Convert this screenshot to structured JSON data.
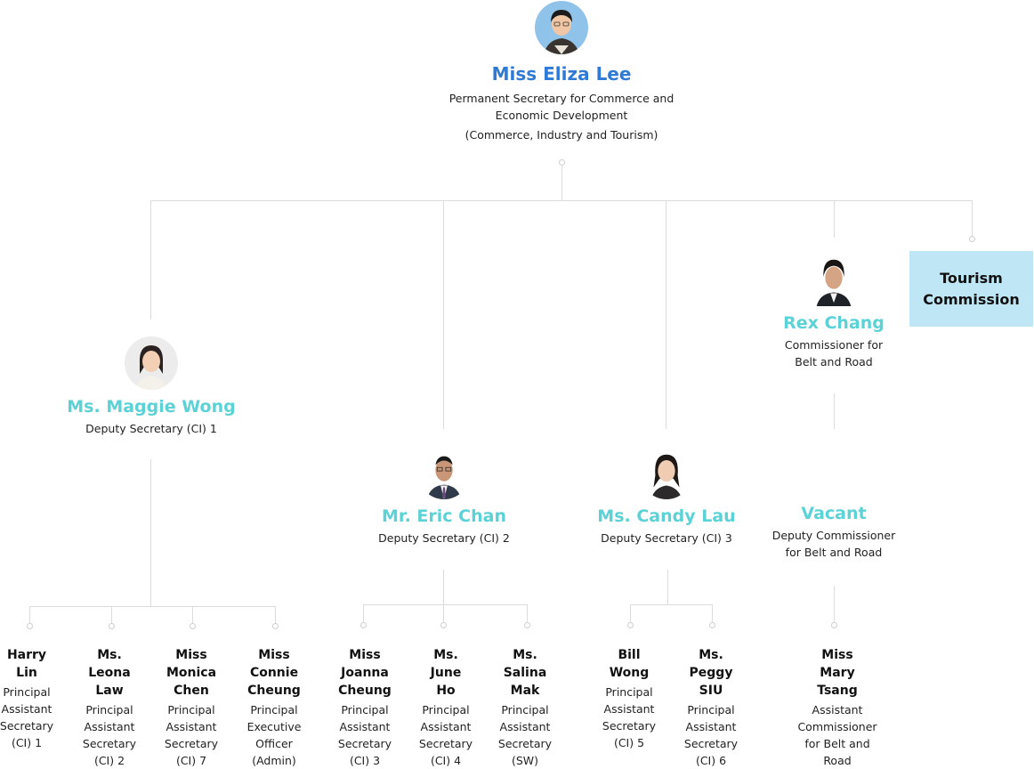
{
  "top": {
    "name": "Miss Eliza Lee",
    "title_line1": "Permanent Secretary for Commerce and",
    "title_line2": "Economic Development",
    "title_line3": "(Commerce, Industry and Tourism)"
  },
  "deputies": [
    {
      "name": "Ms. Maggie Wong",
      "title": "Deputy Secretary (CI) 1"
    },
    {
      "name": "Mr. Eric Chan",
      "title": "Deputy Secretary (CI) 2"
    },
    {
      "name": "Ms. Candy Lau",
      "title": "Deputy Secretary (CI) 3"
    }
  ],
  "commissioner": {
    "name": "Rex Chang",
    "title_line1": "Commissioner for",
    "title_line2": "Belt and Road"
  },
  "deputy_commissioner": {
    "name": "Vacant",
    "title_line1": "Deputy Commissioner",
    "title_line2": "for Belt and Road"
  },
  "tourism": {
    "line1": "Tourism",
    "line2": "Commission"
  },
  "subordinates": [
    {
      "name": [
        "Harry",
        "Lin"
      ],
      "title": [
        "Principal",
        "Assistant",
        "Secretary",
        "(CI) 1"
      ]
    },
    {
      "name": [
        "Ms.",
        "Leona",
        "Law"
      ],
      "title": [
        "Principal",
        "Assistant",
        "Secretary",
        "(CI) 2"
      ]
    },
    {
      "name": [
        "Miss",
        "Monica",
        "Chen"
      ],
      "title": [
        "Principal",
        "Assistant",
        "Secretary",
        "(CI) 7"
      ]
    },
    {
      "name": [
        "Miss",
        "Connie",
        "Cheung"
      ],
      "title": [
        "Principal",
        "Executive",
        "Officer",
        "(Admin)"
      ]
    },
    {
      "name": [
        "Miss",
        "Joanna",
        "Cheung"
      ],
      "title": [
        "Principal",
        "Assistant",
        "Secretary",
        "(CI) 3"
      ]
    },
    {
      "name": [
        "Ms.",
        "June",
        "Ho"
      ],
      "title": [
        "Principal",
        "Assistant",
        "Secretary",
        "(CI) 4"
      ]
    },
    {
      "name": [
        "Ms.",
        "Salina",
        "Mak"
      ],
      "title": [
        "Principal",
        "Assistant",
        "Secretary",
        "(SW)"
      ]
    },
    {
      "name": [
        "Bill",
        "Wong"
      ],
      "title": [
        "Principal",
        "Assistant",
        "Secretary",
        "(CI) 5"
      ]
    },
    {
      "name": [
        "Ms.",
        "Peggy",
        "SIU"
      ],
      "title": [
        "Principal",
        "Assistant",
        "Secretary",
        "(CI) 6"
      ]
    },
    {
      "name": [
        "Miss",
        "Mary",
        "Tsang"
      ],
      "title": [
        "Assistant",
        "Commissioner",
        "for Belt and",
        "Road"
      ]
    }
  ],
  "colors": {
    "top_name": "#2e7ad6",
    "deputy_name": "#5bd3d6",
    "tourism_bg": "#bfe6f5",
    "connector": "#dcdcdc"
  }
}
